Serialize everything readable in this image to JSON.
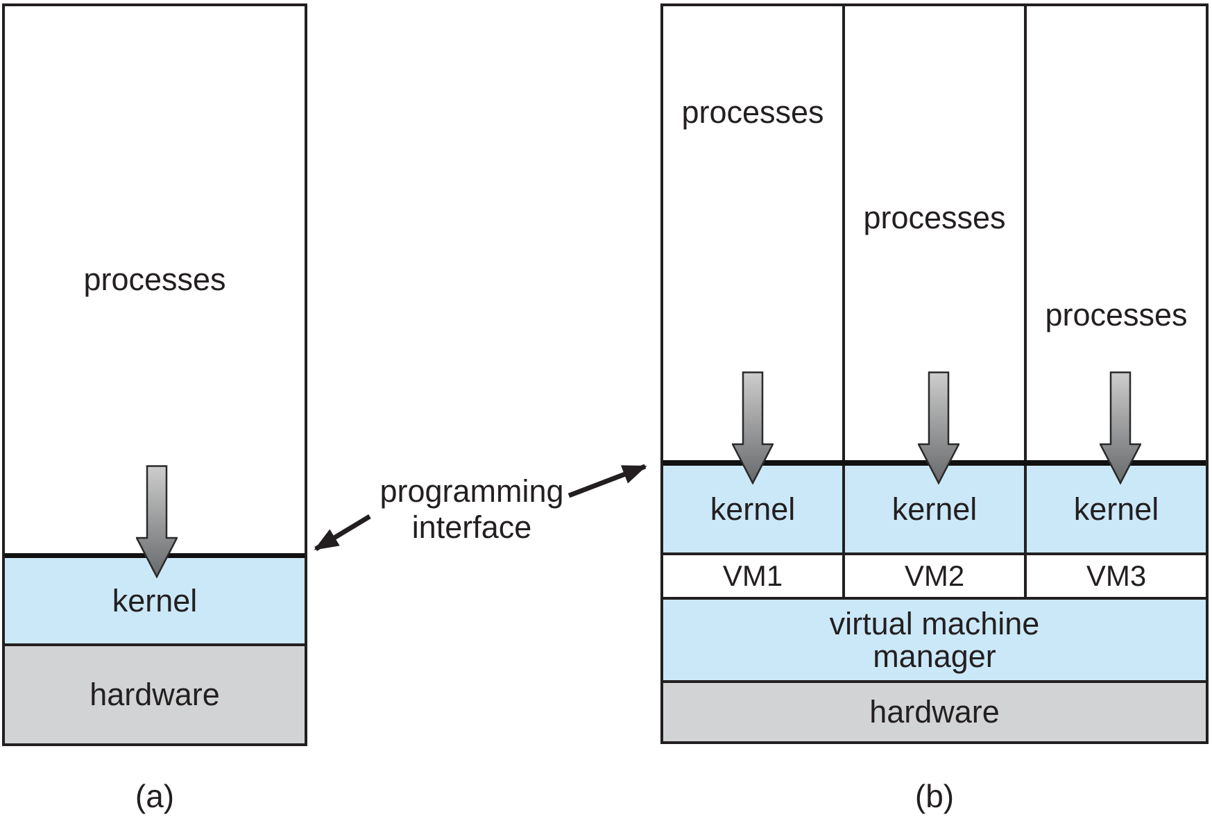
{
  "colors": {
    "kernel_blue": "#cbe8f8",
    "hardware_gray": "#d2d3d4",
    "line_black": "#231f20",
    "arrow_gradient_top": "#cdcdcd",
    "arrow_gradient_bottom": "#67696b"
  },
  "panel_a": {
    "processes": "processes",
    "kernel": "kernel",
    "hardware": "hardware",
    "caption": "(a)"
  },
  "interface_note": {
    "line1": "programming",
    "line2": "interface"
  },
  "panel_b": {
    "columns": [
      {
        "processes": "processes",
        "kernel": "kernel",
        "vm": "VM1"
      },
      {
        "processes": "processes",
        "kernel": "kernel",
        "vm": "VM2"
      },
      {
        "processes": "processes",
        "kernel": "kernel",
        "vm": "VM3"
      }
    ],
    "vmm_line1": "virtual machine",
    "vmm_line2": "manager",
    "hardware": "hardware",
    "caption": "(b)"
  }
}
